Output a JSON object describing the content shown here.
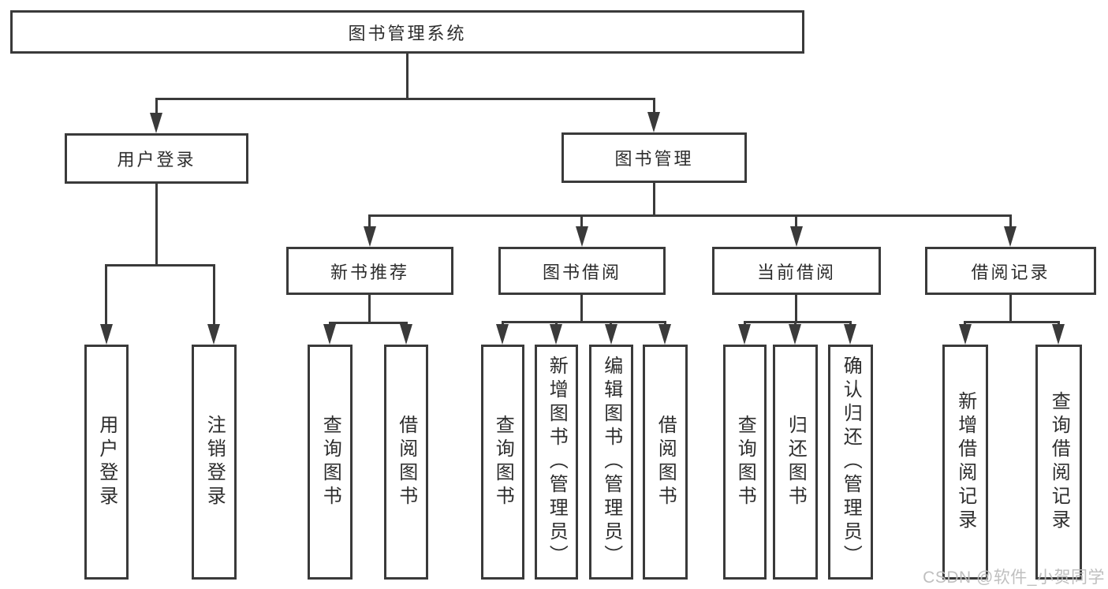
{
  "title": "图书管理系统",
  "watermark": "CSDN @软件_小贺同学",
  "colors": {
    "line": "#3a3a3a",
    "text": "#2d2d2d",
    "background": "#ffffff",
    "watermark": "#bcbcbc"
  },
  "nodes": {
    "root": "图书管理系统",
    "user_login": "用户登录",
    "book_mgmt": "图书管理",
    "new_rec": "新书推荐",
    "book_borrow": "图书借阅",
    "curr_borrow": "当前借阅",
    "borrow_rec": "借阅记录",
    "leaf_user_login": "用户登录",
    "leaf_logout": "注销登录",
    "leaf_rec_query": "查询图书",
    "leaf_rec_borrow": "借阅图书",
    "leaf_bb_query": "查询图书",
    "leaf_bb_add": "新增图书（管理员）",
    "leaf_bb_edit": "编辑图书（管理员）",
    "leaf_bb_borrow": "借阅图书",
    "leaf_cb_query": "查询图书",
    "leaf_cb_return": "归还图书",
    "leaf_cb_confirm": "确认归还（管理员）",
    "leaf_br_add": "新增借阅记录",
    "leaf_br_query": "查询借阅记录"
  },
  "structure": {
    "图书管理系统": [
      "用户登录",
      "图书管理"
    ],
    "用户登录": [
      "用户登录",
      "注销登录"
    ],
    "图书管理": [
      "新书推荐",
      "图书借阅",
      "当前借阅",
      "借阅记录"
    ],
    "新书推荐": [
      "查询图书",
      "借阅图书"
    ],
    "图书借阅": [
      "查询图书",
      "新增图书（管理员）",
      "编辑图书（管理员）",
      "借阅图书"
    ],
    "当前借阅": [
      "查询图书",
      "归还图书",
      "确认归还（管理员）"
    ],
    "借阅记录": [
      "新增借阅记录",
      "查询借阅记录"
    ]
  }
}
